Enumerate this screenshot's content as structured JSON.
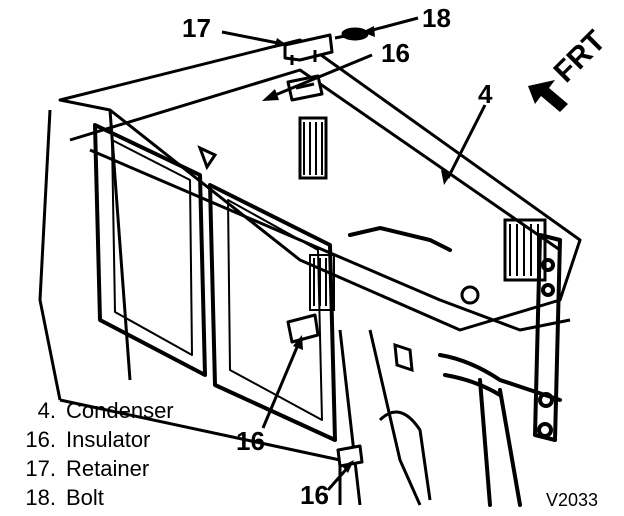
{
  "callouts": {
    "retainer": "17",
    "bolt": "18",
    "insulator_top": "16",
    "condenser": "4",
    "insulator_mid": "16",
    "insulator_bottom": "16"
  },
  "direction_label": "FRT",
  "legend": [
    {
      "number": "4.",
      "label": "Condenser"
    },
    {
      "number": "16.",
      "label": "Insulator"
    },
    {
      "number": "17.",
      "label": "Retainer"
    },
    {
      "number": "18.",
      "label": "Bolt"
    }
  ],
  "figure_code": "V2033"
}
